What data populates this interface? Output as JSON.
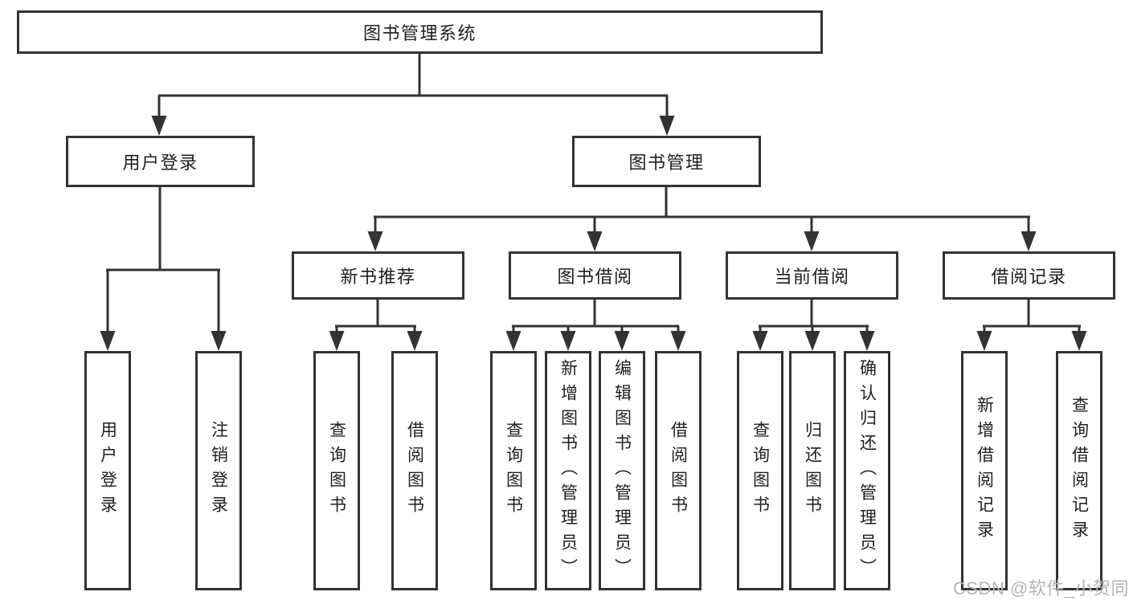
{
  "diagram_title": "图书管理系统",
  "tree": {
    "label": "图书管理系统",
    "children": [
      {
        "label": "用户登录",
        "children": [
          {
            "label": "用户登录"
          },
          {
            "label": "注销登录"
          }
        ]
      },
      {
        "label": "图书管理",
        "children": [
          {
            "label": "新书推荐",
            "children": [
              {
                "label": "查询图书"
              },
              {
                "label": "借阅图书"
              }
            ]
          },
          {
            "label": "图书借阅",
            "children": [
              {
                "label": "查询图书"
              },
              {
                "label": "新增图书（管理员）"
              },
              {
                "label": "编辑图书（管理员）"
              },
              {
                "label": "借阅图书"
              }
            ]
          },
          {
            "label": "当前借阅",
            "children": [
              {
                "label": "查询图书"
              },
              {
                "label": "归还图书"
              },
              {
                "label": "确认归还（管理员）"
              }
            ]
          },
          {
            "label": "借阅记录",
            "children": [
              {
                "label": "新增借阅记录"
              },
              {
                "label": "查询借阅记录"
              }
            ]
          }
        ]
      }
    ]
  },
  "watermark": {
    "text": "CSDN @软件_小贺同学"
  },
  "colors": {
    "line": "#333333",
    "box_border": "#333333",
    "box_fill": "#ffffff",
    "text": "#1f1f1f",
    "watermark": "#b4b4b4",
    "background": "#ffffff"
  }
}
